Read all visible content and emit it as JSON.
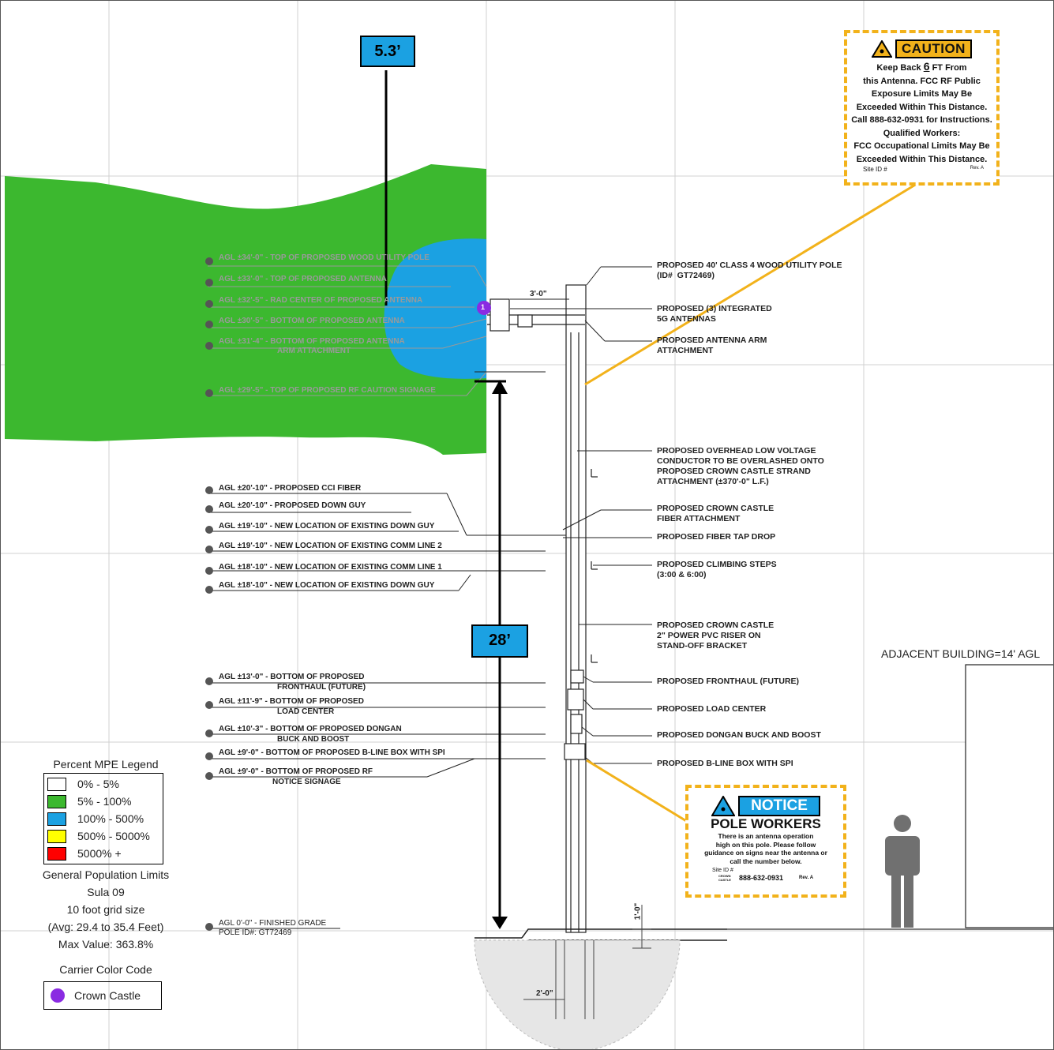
{
  "dimensions": {
    "antenna_offset": "5.3’",
    "signage_height": "28’"
  },
  "arm_length": "3'-0\"",
  "foundation_width": "2'-0\"",
  "grade_dim": "1'-0\"",
  "agl_labels_rf": [
    {
      "text": "AGL ±34'-0\" - TOP OF PROPOSED WOOD UTILITY POLE",
      "text2": ""
    },
    {
      "text": "AGL ±33'-0\" - TOP OF PROPOSED ANTENNA",
      "text2": ""
    },
    {
      "text": "AGL ±32'-5\" - RAD CENTER OF PROPOSED ANTENNA",
      "text2": ""
    },
    {
      "text": "AGL ±30'-5\" - BOTTOM OF PROPOSED ANTENNA",
      "text2": ""
    },
    {
      "text": "AGL ±31'-4\" - BOTTOM OF PROPOSED ANTENNA",
      "text2": "ARM ATTACHMENT"
    },
    {
      "text": "AGL ±29'-5\" - TOP OF PROPOSED RF CAUTION SIGNAGE",
      "text2": ""
    }
  ],
  "agl_labels_mid": [
    {
      "text": "AGL ±20'-10\" - PROPOSED CCI FIBER"
    },
    {
      "text": "AGL ±20'-10\" - PROPOSED DOWN GUY"
    },
    {
      "text": "AGL ±19'-10\" - NEW LOCATION OF EXISTING DOWN GUY"
    },
    {
      "text": "AGL ±19'-10\" - NEW LOCATION OF EXISTING COMM LINE 2"
    },
    {
      "text": "AGL ±18'-10\" - NEW LOCATION OF EXISTING COMM LINE 1"
    },
    {
      "text": "AGL ±18'-10\" - NEW LOCATION OF EXISTING DOWN GUY"
    }
  ],
  "agl_labels_low": [
    {
      "text": "AGL ±13'-0\" - BOTTOM OF PROPOSED",
      "text2": "FRONTHAUL (FUTURE)"
    },
    {
      "text": "AGL ±11'-9\" - BOTTOM OF PROPOSED",
      "text2": "LOAD CENTER"
    },
    {
      "text": "AGL ±10'-3\" - BOTTOM OF PROPOSED DONGAN",
      "text2": "BUCK AND BOOST"
    },
    {
      "text": "AGL ±9'-0\" - BOTTOM OF PROPOSED B-LINE BOX WITH SPI",
      "text2": ""
    },
    {
      "text": "AGL ±9'-0\" - BOTTOM OF PROPOSED RF",
      "text2": "NOTICE SIGNAGE"
    }
  ],
  "grade_label": {
    "line1": "AGL 0'-0\" - FINISHED GRADE",
    "line2": "POLE ID#: GT72469"
  },
  "callouts": [
    "PROPOSED 40' CLASS 4 WOOD UTILITY POLE\n(ID#  GT72469)",
    "PROPOSED (3) INTEGRATED\n5G ANTENNAS",
    "PROPOSED ANTENNA ARM\nATTACHMENT",
    "PROPOSED OVERHEAD LOW VOLTAGE\nCONDUCTOR TO BE OVERLASHED ONTO\nPROPOSED CROWN CASTLE STRAND\nATTACHMENT (±370'-0\" L.F.)",
    "PROPOSED CROWN CASTLE\nFIBER ATTACHMENT",
    "PROPOSED FIBER TAP DROP",
    "PROPOSED CLIMBING STEPS\n(3:00 & 6:00)",
    "PROPOSED CROWN CASTLE\n2\" POWER PVC RISER ON\nSTAND-OFF BRACKET",
    "PROPOSED FRONTHAUL (FUTURE)",
    "PROPOSED LOAD CENTER",
    "PROPOSED DONGAN BUCK AND BOOST",
    "PROPOSED B-LINE BOX WITH SPI"
  ],
  "caution_sign": {
    "header": "CAUTION",
    "line1a": "Keep Back ",
    "distance": "6",
    "line1b": " FT From",
    "lines": [
      "this Antenna.  FCC RF Public",
      "Exposure Limits May Be",
      "Exceeded Within This Distance.",
      "Call 888-632-0931 for Instructions.",
      "Qualified Workers:",
      "FCC Occupational Limits May Be",
      "Exceeded Within This Distance."
    ],
    "site": "Site ID #",
    "rev": "Rev. A"
  },
  "notice_sign": {
    "header": "NOTICE",
    "title": "POLE WORKERS",
    "lines": [
      "There is an antenna operation",
      "high on this pole.  Please follow",
      "guidance on signs near the antenna or",
      "call the number below."
    ],
    "site": "Site ID #",
    "phone": "888-632-0931",
    "logo": "CROWN CASTLE",
    "rev": "Rev. A"
  },
  "legend": {
    "title": "Percent MPE Legend",
    "items": [
      {
        "label": "0% - 5%",
        "color": "#ffffff"
      },
      {
        "label": "5% - 100%",
        "color": "#3cb82f"
      },
      {
        "label": "100% - 500%",
        "color": "#1ba1e2"
      },
      {
        "label": "500% - 5000%",
        "color": "#ffff00"
      },
      {
        "label": "5000% +",
        "color": "#ff0000"
      }
    ],
    "notes": [
      "General Population Limits",
      "Sula 09",
      "10 foot grid size",
      "(Avg: 29.4 to 35.4 Feet)",
      "Max Value: 363.8%"
    ],
    "carrier_title": "Carrier Color Code",
    "carrier": {
      "label": "Crown Castle",
      "color": "#8a2be2"
    }
  },
  "antenna_marker": "1",
  "adjacent_building": "ADJACENT BUILDING=14' AGL",
  "colors": {
    "green": "#3cb82f",
    "blue": "#1ba1e2",
    "sign_yellow": "#f2b21b",
    "grid": "#d0d0d0"
  }
}
